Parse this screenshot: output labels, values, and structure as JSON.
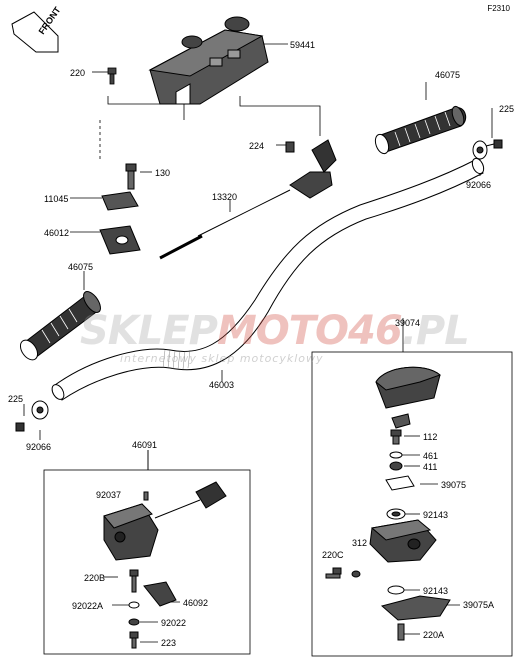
{
  "figure_code": "F2310",
  "front_label": "FRONT",
  "watermark": {
    "main_a": "SKLEP",
    "main_b": "MOTO",
    "main_c": "46",
    "main_d": ".PL",
    "sub": "internetowy sklep motocyklowy"
  },
  "labels": {
    "p59441": "59441",
    "p220": "220",
    "p46075_r": "46075",
    "p225_r": "225",
    "p224": "224",
    "p92066_r": "92066",
    "p130": "130",
    "p13320": "13320",
    "p11045": "11045",
    "p46012": "46012",
    "p46075_l": "46075",
    "p39074": "39074",
    "p46003": "46003",
    "p225_l": "225",
    "p92066_l": "92066",
    "p112": "112",
    "p461": "461",
    "p411": "411",
    "p46091": "46091",
    "p39075": "39075",
    "p92037": "92037",
    "p92143_a": "92143",
    "p312": "312",
    "p220C": "220C",
    "p220B": "220B",
    "p92143_b": "92143",
    "p92022A": "92022A",
    "p46092": "46092",
    "p39075A": "39075A",
    "p92022": "92022",
    "p220A": "220A",
    "p223": "223"
  }
}
